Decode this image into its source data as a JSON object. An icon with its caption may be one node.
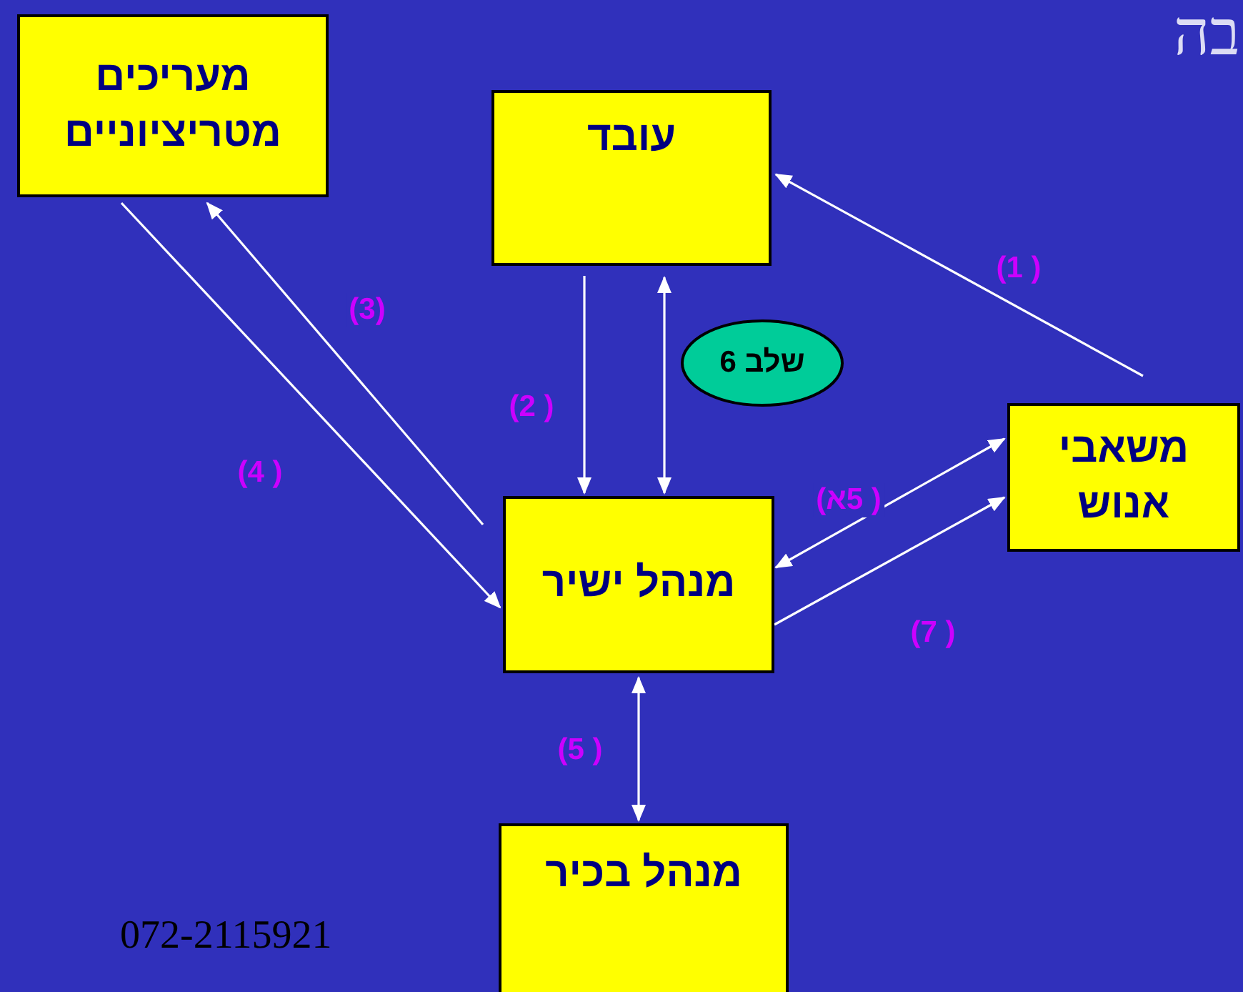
{
  "diagram": {
    "nodes": [
      {
        "text": [
          "מעריכים מטריציוניים"
        ]
      },
      {
        "text": [
          "עובד"
        ]
      },
      {
        "text": [
          "שלב 6"
        ]
      },
      {
        "text": [
          "מנהל ישיר"
        ]
      },
      {
        "text": [
          "משאבי אנוש"
        ]
      },
      {
        "text": [
          "מנהל בכיר"
        ]
      }
    ],
    "edges": [
      {
        "from": 4,
        "to": 1,
        "arrow": "to",
        "label": "(1 )"
      },
      {
        "from": 1,
        "to": 3,
        "arrow": "to",
        "label": "(2 )"
      },
      {
        "from": 3,
        "to": 1,
        "arrow": "both"
      },
      {
        "from": 3,
        "to": 0,
        "arrow": "to",
        "label": "(3)"
      },
      {
        "from": 0,
        "to": 3,
        "arrow": "to",
        "label": "(4 )"
      },
      {
        "from": 3,
        "to": 4,
        "arrow": "both",
        "label": "(א5 )"
      },
      {
        "from": 3,
        "to": 4,
        "arrow": "to",
        "label": "(7 )"
      },
      {
        "from": 3,
        "to": 5,
        "arrow": "both",
        "label": "(5 )"
      }
    ],
    "labels": [
      "בה",
      "072-2115921"
    ]
  }
}
